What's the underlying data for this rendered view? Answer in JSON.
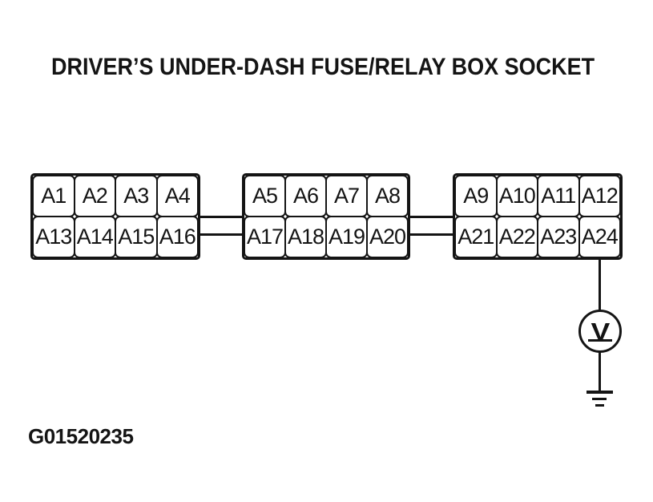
{
  "title": "DRIVER’S UNDER-DASH FUSE/RELAY BOX SOCKET",
  "figure_code": "G01520235",
  "colors": {
    "ink": "#141414",
    "background": "#ffffff"
  },
  "diagram": {
    "type": "fuse-relay-box-socket-pinout",
    "blocks": [
      {
        "name": "socket-block-1",
        "rows": [
          [
            "A1",
            "A2",
            "A3",
            "A4"
          ],
          [
            "A13",
            "A14",
            "A15",
            "A16"
          ]
        ]
      },
      {
        "name": "socket-block-2",
        "rows": [
          [
            "A5",
            "A6",
            "A7",
            "A8"
          ],
          [
            "A17",
            "A18",
            "A19",
            "A20"
          ]
        ]
      },
      {
        "name": "socket-block-3",
        "rows": [
          [
            "A9",
            "A10",
            "A11",
            "A12"
          ],
          [
            "A21",
            "A22",
            "A23",
            "A24"
          ]
        ]
      }
    ],
    "connectors": {
      "between_blocks": "double-horizontal-lines",
      "from_pin": "A24",
      "to": "voltmeter-then-ground"
    },
    "icons": {
      "voltmeter": "V-in-circle",
      "ground": "earth-ground"
    },
    "voltmeter_symbol": "V"
  }
}
